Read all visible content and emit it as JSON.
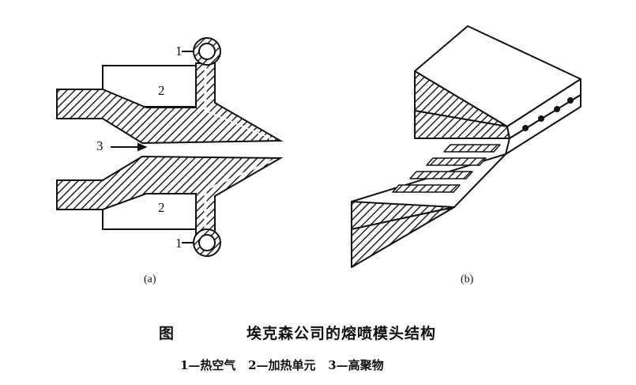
{
  "figure": {
    "panel_a": {
      "label": "(a)",
      "callouts": [
        "1",
        "2",
        "3",
        "2",
        "1"
      ]
    },
    "panel_b": {
      "label": "(b)"
    },
    "caption": {
      "prefix": "图",
      "title": "埃克森公司的熔喷模头结构"
    },
    "legend": "1—热空气   2—加热单元   3—高聚物"
  }
}
